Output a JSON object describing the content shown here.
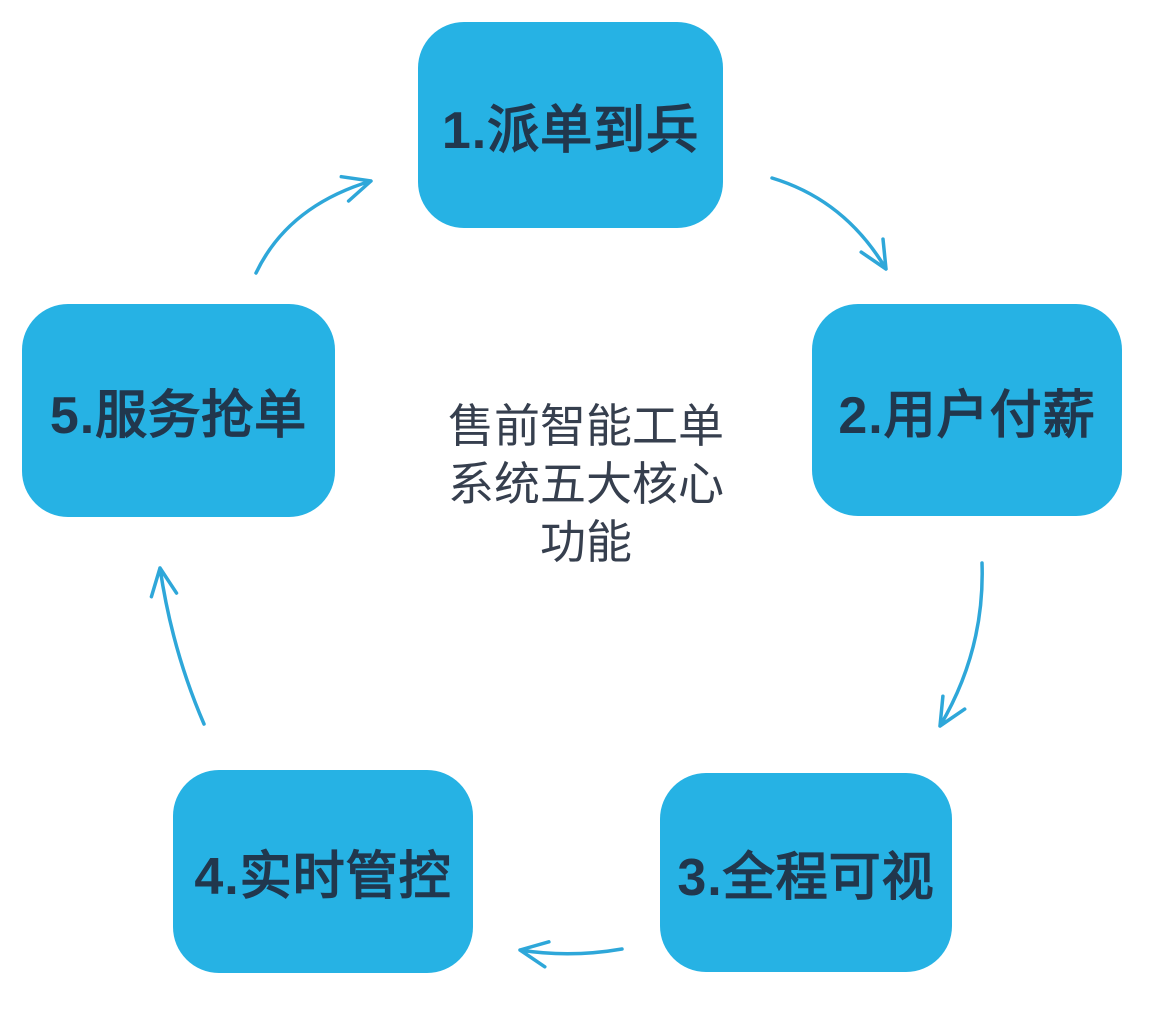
{
  "diagram": {
    "center_title": {
      "lines": [
        "售前智能工单",
        "系统五大核心",
        "功能"
      ]
    },
    "nodes": [
      {
        "id": 1,
        "label": "1.派单到兵"
      },
      {
        "id": 2,
        "label": "2.用户付薪"
      },
      {
        "id": 3,
        "label": "3.全程可视"
      },
      {
        "id": 4,
        "label": "4.实时管控"
      },
      {
        "id": 5,
        "label": "5.服务抢单"
      }
    ],
    "arrows": [
      {
        "from": 1,
        "to": 2
      },
      {
        "from": 2,
        "to": 3
      },
      {
        "from": 3,
        "to": 4
      },
      {
        "from": 4,
        "to": 5
      },
      {
        "from": 5,
        "to": 1
      }
    ]
  },
  "colors": {
    "background": "#ffffff",
    "node_fill": "#26b2e4",
    "node_text": "#21374d",
    "center_text": "#363f4e",
    "arrow": "#2ea7d9"
  }
}
